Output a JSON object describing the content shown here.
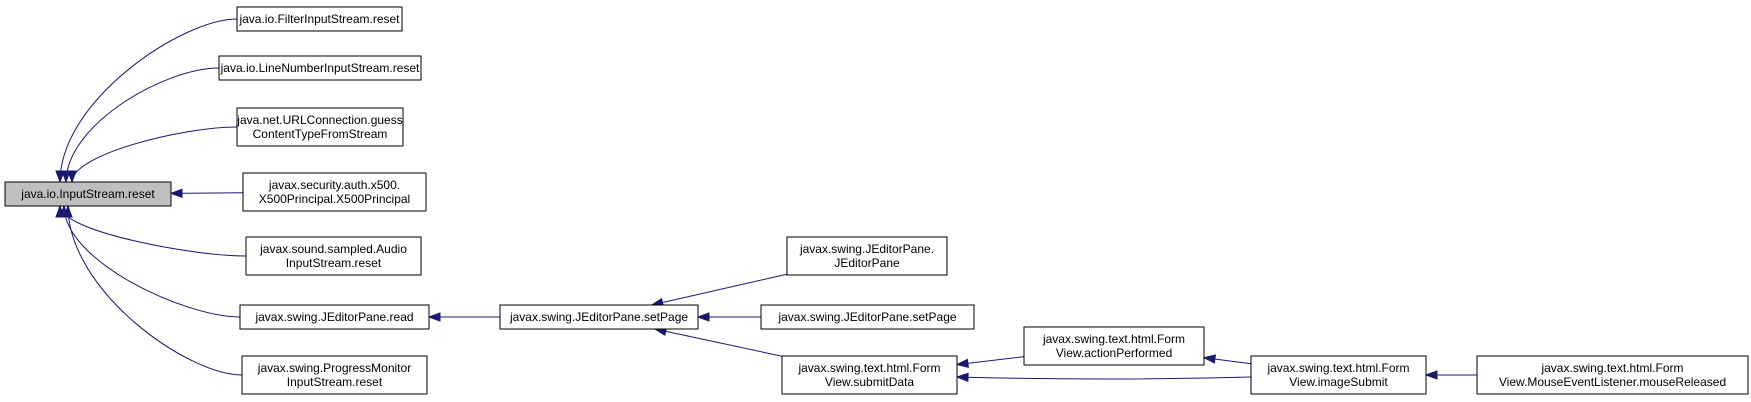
{
  "nodes": [
    {
      "id": "root",
      "lines": [
        "java.io.InputStream.reset"
      ],
      "root": true
    },
    {
      "id": "filter_reset",
      "lines": [
        "java.io.FilterInputStream.reset"
      ]
    },
    {
      "id": "linenum_reset",
      "lines": [
        "java.io.LineNumberInputStream.reset"
      ]
    },
    {
      "id": "urlconn_guess",
      "lines": [
        "java.net.URLConnection.guess",
        "ContentTypeFromStream"
      ]
    },
    {
      "id": "x500principal",
      "lines": [
        "javax.security.auth.x500.",
        "X500Principal.X500Principal"
      ]
    },
    {
      "id": "audio_reset",
      "lines": [
        "javax.sound.sampled.Audio",
        "InputStream.reset"
      ]
    },
    {
      "id": "jeditor_read",
      "lines": [
        "javax.swing.JEditorPane.read"
      ]
    },
    {
      "id": "progress_reset",
      "lines": [
        "javax.swing.ProgressMonitor",
        "InputStream.reset"
      ]
    },
    {
      "id": "jeditor_setpage",
      "lines": [
        "javax.swing.JEditorPane.setPage"
      ]
    },
    {
      "id": "jeditor_ctor",
      "lines": [
        "javax.swing.JEditorPane.",
        "JEditorPane"
      ]
    },
    {
      "id": "jeditor_setpage2",
      "lines": [
        "javax.swing.JEditorPane.setPage"
      ]
    },
    {
      "id": "form_submitdata",
      "lines": [
        "javax.swing.text.html.Form",
        "View.submitData"
      ]
    },
    {
      "id": "form_action",
      "lines": [
        "javax.swing.text.html.Form",
        "View.actionPerformed"
      ]
    },
    {
      "id": "form_imagesubmit",
      "lines": [
        "javax.swing.text.html.Form",
        "View.imageSubmit"
      ]
    },
    {
      "id": "form_mousereleased",
      "lines": [
        "javax.swing.text.html.Form",
        "View.MouseEventListener.mouseReleased"
      ]
    }
  ],
  "edges": [
    {
      "from": "filter_reset",
      "to": "root"
    },
    {
      "from": "linenum_reset",
      "to": "root"
    },
    {
      "from": "urlconn_guess",
      "to": "root"
    },
    {
      "from": "x500principal",
      "to": "root"
    },
    {
      "from": "audio_reset",
      "to": "root"
    },
    {
      "from": "jeditor_read",
      "to": "root"
    },
    {
      "from": "progress_reset",
      "to": "root"
    },
    {
      "from": "jeditor_setpage",
      "to": "jeditor_read"
    },
    {
      "from": "jeditor_ctor",
      "to": "jeditor_setpage"
    },
    {
      "from": "jeditor_setpage2",
      "to": "jeditor_setpage"
    },
    {
      "from": "form_submitdata",
      "to": "jeditor_setpage"
    },
    {
      "from": "form_action",
      "to": "form_submitdata"
    },
    {
      "from": "form_imagesubmit",
      "to": "form_submitdata"
    },
    {
      "from": "form_imagesubmit",
      "to": "form_action"
    },
    {
      "from": "form_mousereleased",
      "to": "form_imagesubmit"
    }
  ],
  "colors": {
    "edge": "#191970",
    "root_fill": "#bfbfbf",
    "node_fill": "#ffffff",
    "node_stroke": "#000000"
  }
}
